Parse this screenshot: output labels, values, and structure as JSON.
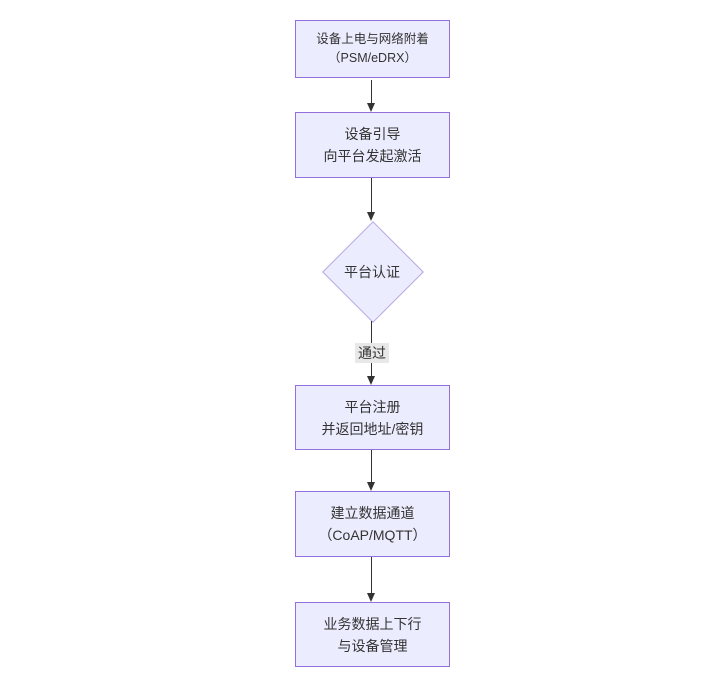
{
  "diagram": {
    "type": "flowchart",
    "direction": "top-down",
    "colors": {
      "background": "#ffffff",
      "node_fill": "#ECECFF",
      "node_border": "#9370DB",
      "text": "#333333",
      "arrow": "#333333",
      "edge_label_bg": "#e8e8e8"
    },
    "nodes": [
      {
        "id": "A",
        "shape": "rect",
        "line1": "设备上电与网络附着",
        "line2": "（PSM/eDRX）"
      },
      {
        "id": "B",
        "shape": "rect",
        "line1": "设备引导",
        "line2": "向平台发起激活"
      },
      {
        "id": "C",
        "shape": "diamond",
        "line1": "平台认证"
      },
      {
        "id": "D",
        "shape": "rect",
        "line1": "平台注册",
        "line2": "并返回地址/密钥"
      },
      {
        "id": "E",
        "shape": "rect",
        "line1": "建立数据通道",
        "line2": "（CoAP/MQTT）"
      },
      {
        "id": "F",
        "shape": "rect",
        "line1": "业务数据上下行",
        "line2": "与设备管理"
      }
    ],
    "edges": [
      {
        "from": "A",
        "to": "B",
        "label": ""
      },
      {
        "from": "B",
        "to": "C",
        "label": ""
      },
      {
        "from": "C",
        "to": "D",
        "label": "通过"
      },
      {
        "from": "D",
        "to": "E",
        "label": ""
      },
      {
        "from": "E",
        "to": "F",
        "label": ""
      }
    ]
  }
}
